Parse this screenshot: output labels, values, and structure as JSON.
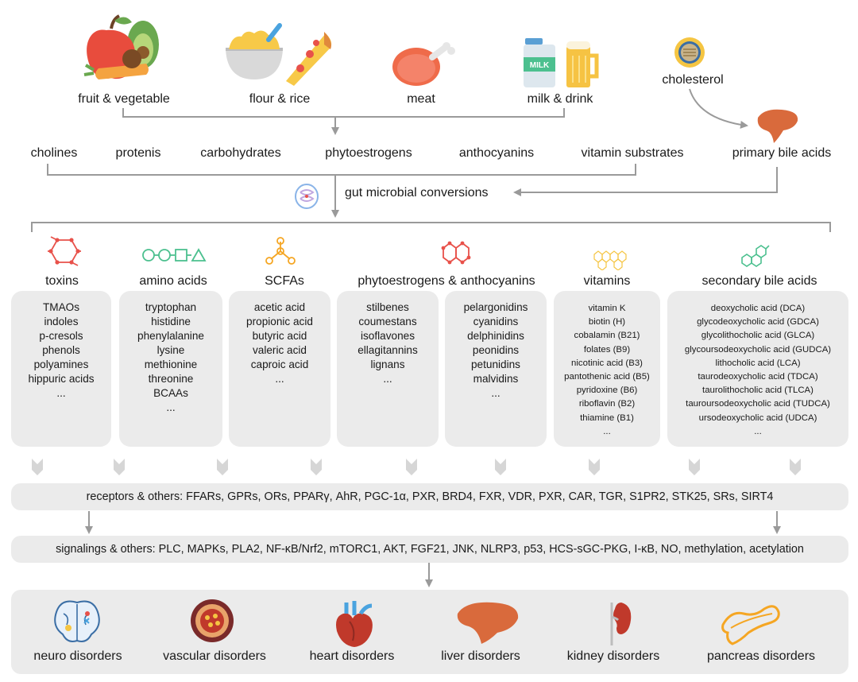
{
  "foods": [
    "fruit & vegetable",
    "flour & rice",
    "meat",
    "milk & drink"
  ],
  "milk_label": "MILK",
  "cholesterol": "cholesterol",
  "substrates": [
    "cholines",
    "protenis",
    "carbohydrates",
    "phytoestrogens",
    "anthocyanins",
    "vitamin substrates"
  ],
  "primary_bile_acids": "primary bile acids",
  "conversion": "gut microbial conversions",
  "categories": [
    "toxins",
    "amino acids",
    "SCFAs",
    "phytoestrogens & anthocyanins",
    "vitamins",
    "secondary bile acids"
  ],
  "lists": {
    "toxins": [
      "TMAOs",
      "indoles",
      "p-cresols",
      "phenols",
      "polyamines",
      "hippuric acids",
      "..."
    ],
    "amino_acids": [
      "tryptophan",
      "histidine",
      "phenylalanine",
      "lysine",
      "methionine",
      "threonine",
      "BCAAs",
      "..."
    ],
    "scfas": [
      "acetic acid",
      "propionic acid",
      "butyric acid",
      "valeric acid",
      "caproic acid",
      "..."
    ],
    "phytoestrogens": [
      "stilbenes",
      "coumestans",
      "isoflavones",
      "ellagitannins",
      "lignans",
      "..."
    ],
    "anthocyanins": [
      "pelargonidins",
      "cyanidins",
      "delphinidins",
      "peonidins",
      "petunidins",
      "malvidins",
      "..."
    ],
    "vitamins": [
      "vitamin K",
      "biotin (H)",
      "cobalamin (B21)",
      "folates (B9)",
      "nicotinic acid (B3)",
      "pantothenic acid (B5)",
      "pyridoxine (B6)",
      "riboflavin (B2)",
      "thiamine (B1)",
      "..."
    ],
    "bile_acids": [
      "deoxycholic acid (DCA)",
      "glycodeoxycholic acid (GDCA)",
      "glycolithocholic acid (GLCA)",
      "glycoursodeoxycholic acid (GUDCA)",
      "lithocholic acid (LCA)",
      "taurodeoxycholic acid (TDCA)",
      "taurolithocholic acid (TLCA)",
      "tauroursodeoxycholic acid (TUDCA)",
      "ursodeoxycholic acid (UDCA)",
      "..."
    ]
  },
  "receptors": "receptors & others: FFARs, GPRs, ORs, PPARγ, AhR, PGC-1α, PXR, BRD4, FXR, VDR, PXR, CAR, TGR, S1PR2, STK25, SRs, SIRT4",
  "signalings": "signalings & others: PLC, MAPKs, PLA2, NF-κB/Nrf2, mTORC1, AKT, FGF21, JNK, NLRP3, p53, HCS-sGC-PKG, I-κB, NO, methylation, acetylation",
  "disorders": [
    "neuro disorders",
    "vascular disorders",
    "heart disorders",
    "liver disorders",
    "kidney disorders",
    "pancreas disorders"
  ],
  "colors": {
    "icon_red": "#e8514a",
    "icon_green": "#4cc08f",
    "icon_orange": "#f5a623",
    "liver": "#d96a3c",
    "panel": "#ebebeb",
    "line": "#9a9a9a"
  }
}
